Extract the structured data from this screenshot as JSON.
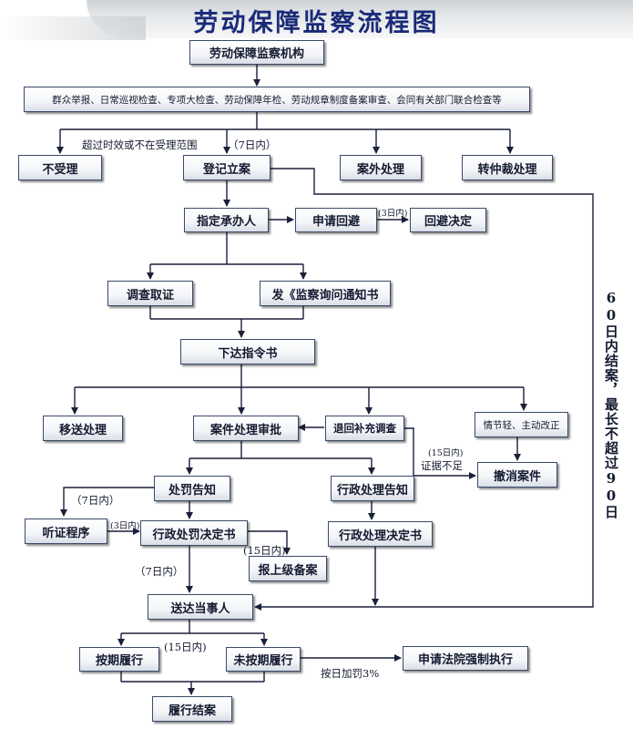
{
  "title": "劳动保障监察流程图",
  "nodes": {
    "agency": "劳动保障监察机构",
    "sources": "群众举报、日常巡视检查、专项大检查、劳动保障年检、劳动规章制度备案审查、会同有关部门联合检查等",
    "not_accept": "不受理",
    "register": "登记立案",
    "outside": "案外处理",
    "arbitration": "转仲裁处理",
    "assign": "指定承办人",
    "recusal_apply": "申请回避",
    "recusal_decide": "回避决定",
    "investigate": "调查取证",
    "inquiry_notice": "发《监察询问通知书",
    "order": "下达指令书",
    "transfer": "移送处理",
    "approval": "案件处理审批",
    "return_investigation": "退回补充调查",
    "minor_case": "情节轻、主动改正",
    "revoke": "撤消案件",
    "penalty_notice": "处罚告知",
    "admin_notice": "行政处理告知",
    "hearing": "听证程序",
    "penalty_decision": "行政处罚决定书",
    "admin_decision": "行政处理决定书",
    "report_superior": "报上级备案",
    "deliver": "送达当事人",
    "on_time": "按期履行",
    "not_on_time": "未按期履行",
    "court_enforce": "申请法院强制执行",
    "completed": "履行结案"
  },
  "labels": {
    "overdue": "超过时效或不在受理范围",
    "days7_register": "（7日内）",
    "days3_recusal": "(3日内)",
    "days15_evidence": "(15日内)",
    "insufficient_evidence": "证据不足",
    "days7_hearing": "（7日内）",
    "days3_hearing": "(3日内)",
    "days15_report": "(15日内)",
    "days7_deliver": "（7日内）",
    "days15_perform": "(15日内)",
    "daily_penalty": "按日加罚3%",
    "side_note": "60日内结案，最长不超过90日"
  },
  "colors": {
    "title": "#1a2a78",
    "line": "#1a1f3a"
  }
}
